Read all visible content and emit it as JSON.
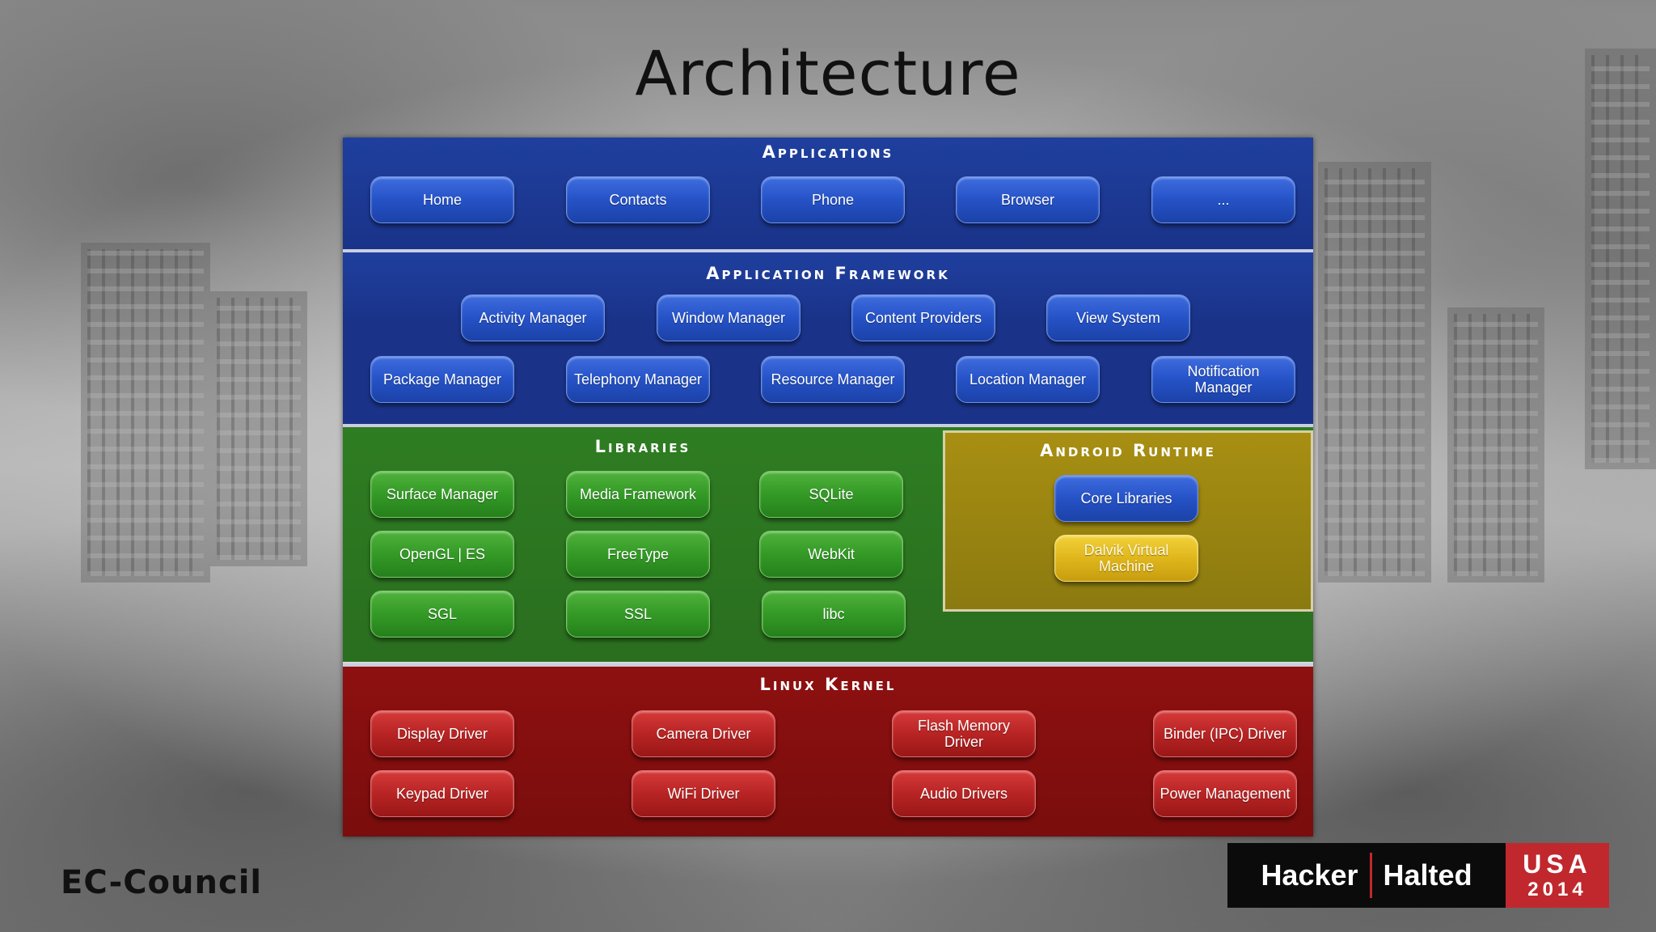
{
  "slide": {
    "title": "Architecture"
  },
  "diagram": {
    "applications": {
      "title": "Applications",
      "items": [
        "Home",
        "Contacts",
        "Phone",
        "Browser",
        "..."
      ]
    },
    "framework": {
      "title": "Application Framework",
      "row1": [
        "Activity Manager",
        "Window Manager",
        "Content Providers",
        "View System"
      ],
      "row2": [
        "Package Manager",
        "Telephony Manager",
        "Resource Manager",
        "Location Manager",
        "Notification Manager"
      ]
    },
    "libraries": {
      "title": "Libraries",
      "items": [
        "Surface Manager",
        "Media Framework",
        "SQLite",
        "OpenGL | ES",
        "FreeType",
        "WebKit",
        "SGL",
        "SSL",
        "libc"
      ]
    },
    "runtime": {
      "title": "Android Runtime",
      "items": [
        "Core Libraries",
        "Dalvik Virtual Machine"
      ]
    },
    "kernel": {
      "title": "Linux Kernel",
      "row1": [
        "Display Driver",
        "Camera Driver",
        "Flash Memory Driver",
        "Binder (IPC) Driver"
      ],
      "row2": [
        "Keypad Driver",
        "WiFi Driver",
        "Audio Drivers",
        "Power Management"
      ]
    }
  },
  "branding": {
    "left": "EC-Council",
    "right_word1": "Hacker",
    "right_word2": "Halted",
    "right_country": "USA",
    "right_year": "2014"
  },
  "colors": {
    "applications": "#1f3f9e",
    "libraries": "#2e7d22",
    "runtime": "#a88f12",
    "kernel": "#8e1010",
    "brand_red": "#c0282d"
  }
}
